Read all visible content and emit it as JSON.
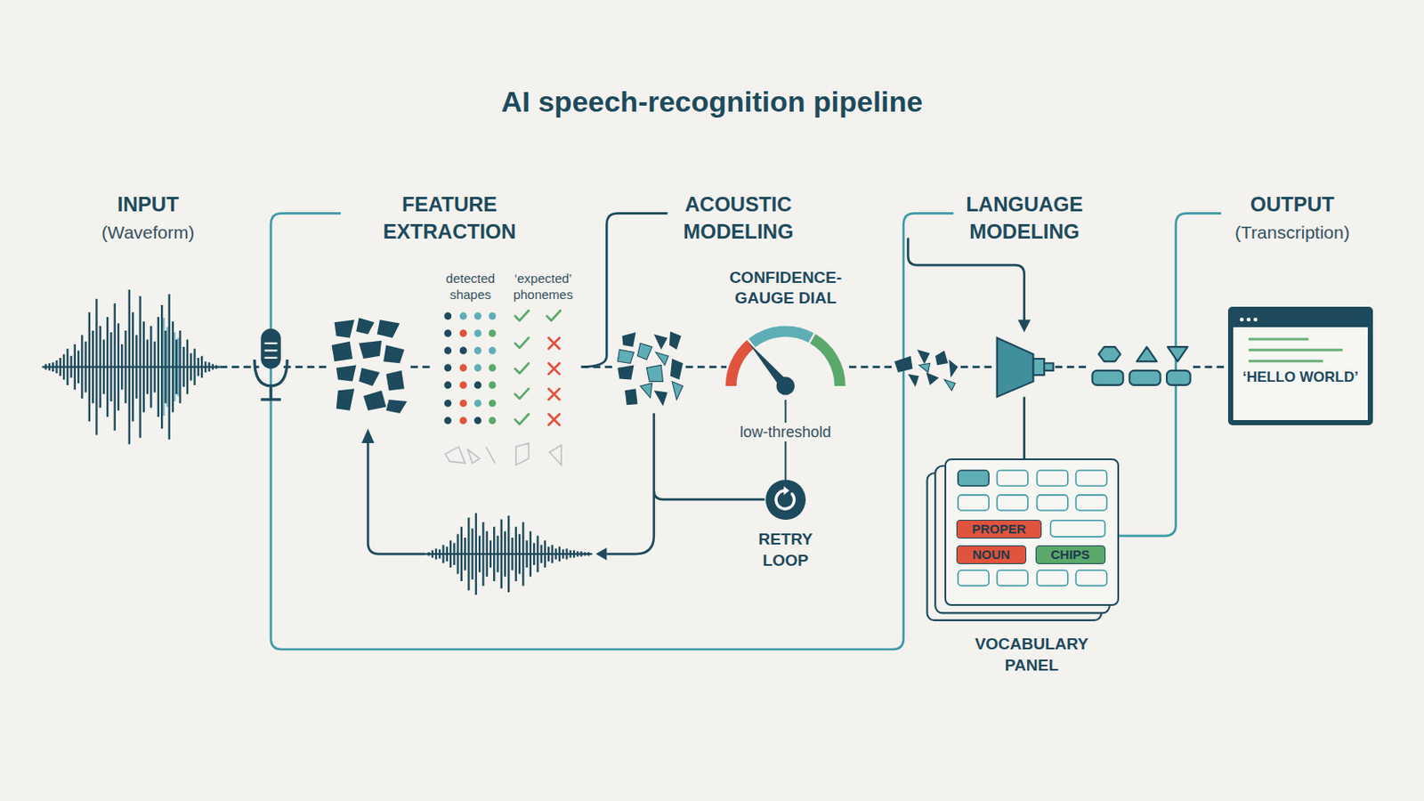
{
  "diagram": {
    "title": "AI speech-recognition pipeline",
    "nodes": [
      {
        "text": [
          "CONFIDENCE-GAUGE DIAL"
        ]
      },
      {
        "text": [
          "RETRY LOOP"
        ]
      },
      {
        "text": [
          "VOCABULARY PANEL"
        ]
      },
      {
        "text": [
          "PROPER"
        ],
        "in": 2
      },
      {
        "text": [
          "NOUN"
        ],
        "in": 2
      },
      {
        "text": [
          "CHIPS"
        ],
        "in": 2
      },
      {
        "text": [
          "‘HELLO WORLD’"
        ]
      }
    ],
    "edges": [
      {
        "from": 0,
        "to": 1,
        "arrow": "none",
        "label": "low-threshold"
      }
    ],
    "labels": [
      "INPUT",
      "(Waveform)",
      "FEATURE EXTRACTION",
      "ACOUSTIC MODELING",
      "LANGUAGE MODELING",
      "OUTPUT",
      "(Transcription)",
      "detected shapes",
      "‘expected’ phonemes"
    ]
  }
}
